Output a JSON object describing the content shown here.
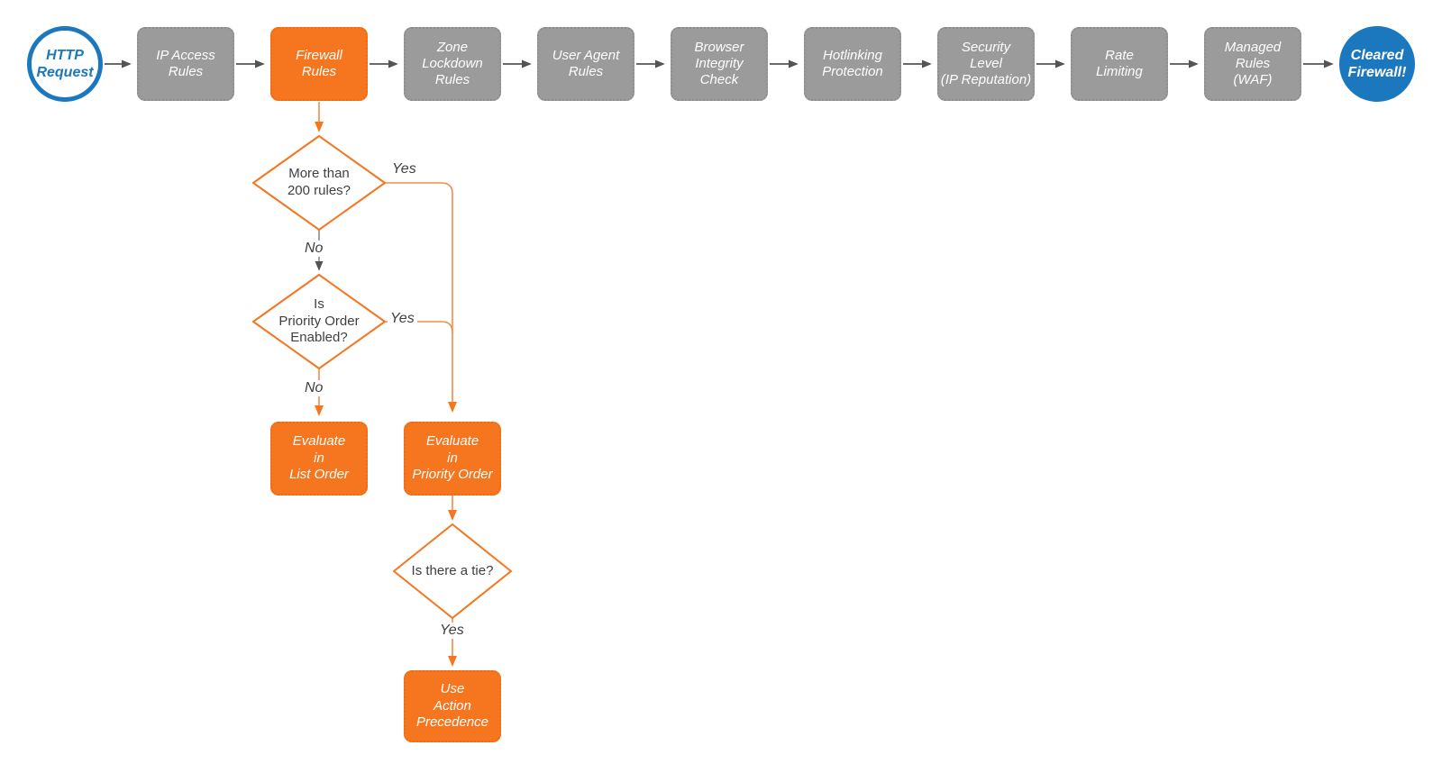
{
  "colors": {
    "accent_orange": "#F5761E",
    "orange_line": "#F58B48",
    "brand_blue": "#1B78BE",
    "stage_gray": "#9B9B9B",
    "arrow_gray": "#545454",
    "text_dark": "#3F3F3F"
  },
  "pipeline": {
    "start": {
      "label": [
        "HTTP",
        "Request"
      ]
    },
    "stages": [
      {
        "label": [
          "IP Access",
          "Rules"
        ],
        "highlighted": false
      },
      {
        "label": [
          "Firewall",
          "Rules"
        ],
        "highlighted": true
      },
      {
        "label": [
          "Zone",
          "Lockdown",
          "Rules"
        ],
        "highlighted": false
      },
      {
        "label": [
          "User Agent",
          "Rules"
        ],
        "highlighted": false
      },
      {
        "label": [
          "Browser",
          "Integrity",
          "Check"
        ],
        "highlighted": false
      },
      {
        "label": [
          "Hotlinking",
          "Protection"
        ],
        "highlighted": false
      },
      {
        "label": [
          "Security",
          "Level",
          "(IP Reputation)"
        ],
        "highlighted": false
      },
      {
        "label": [
          "Rate",
          "Limiting"
        ],
        "highlighted": false
      },
      {
        "label": [
          "Managed",
          "Rules",
          "(WAF)"
        ],
        "highlighted": false
      }
    ],
    "end": {
      "label": [
        "Cleared",
        "Firewall!"
      ]
    }
  },
  "decisions": {
    "more_than_200": {
      "question": [
        "More than",
        "200 rules?"
      ],
      "yes_label": "Yes",
      "no_label": "No"
    },
    "priority_enabled": {
      "question": [
        "Is",
        "Priority Order",
        "Enabled?"
      ],
      "yes_label": "Yes",
      "no_label": "No"
    },
    "tie": {
      "question": [
        "Is there a tie?"
      ],
      "yes_label": "Yes"
    }
  },
  "outcomes": {
    "list_order": {
      "label": [
        "Evaluate",
        "in",
        "List Order"
      ]
    },
    "priority_order": {
      "label": [
        "Evaluate",
        "in",
        "Priority Order"
      ]
    },
    "action_precedence": {
      "label": [
        "Use",
        "Action",
        "Precedence"
      ]
    }
  }
}
